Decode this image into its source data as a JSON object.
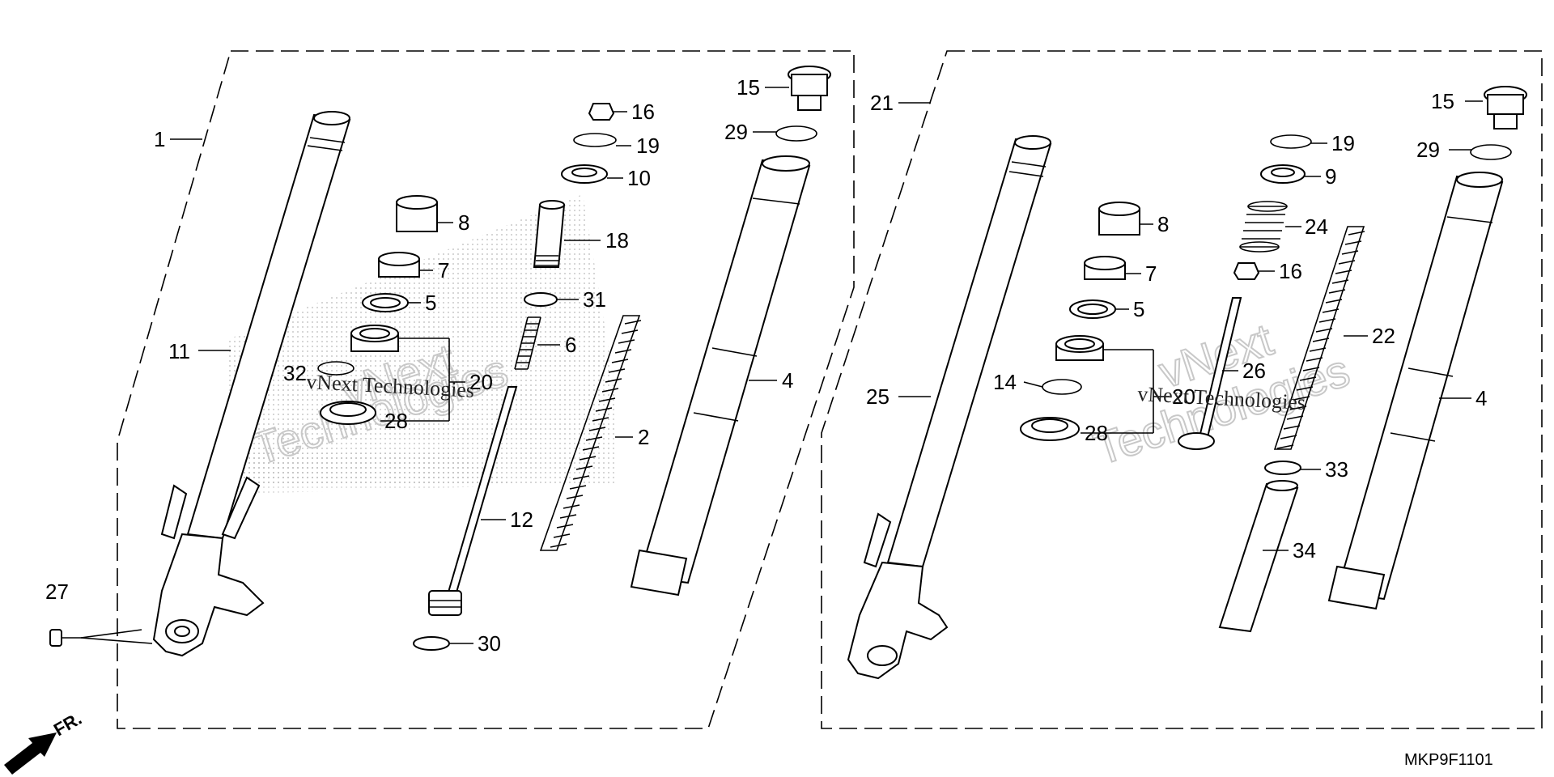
{
  "diagram_code": "MKP9F1101",
  "direction_label": "FR.",
  "watermark_text": "vNext Technologies",
  "watermark_line1": "vNext",
  "watermark_line2": "Technologies",
  "left_assembly": {
    "labels": [
      "1",
      "11",
      "8",
      "7",
      "5",
      "32",
      "20",
      "28",
      "16",
      "19",
      "10",
      "18",
      "31",
      "6",
      "2",
      "12",
      "30",
      "15",
      "29",
      "4",
      "27"
    ]
  },
  "right_assembly": {
    "labels": [
      "21",
      "25",
      "8",
      "7",
      "5",
      "14",
      "20",
      "28",
      "19",
      "9",
      "24",
      "16",
      "26",
      "22",
      "33",
      "34",
      "15",
      "29",
      "4"
    ]
  }
}
